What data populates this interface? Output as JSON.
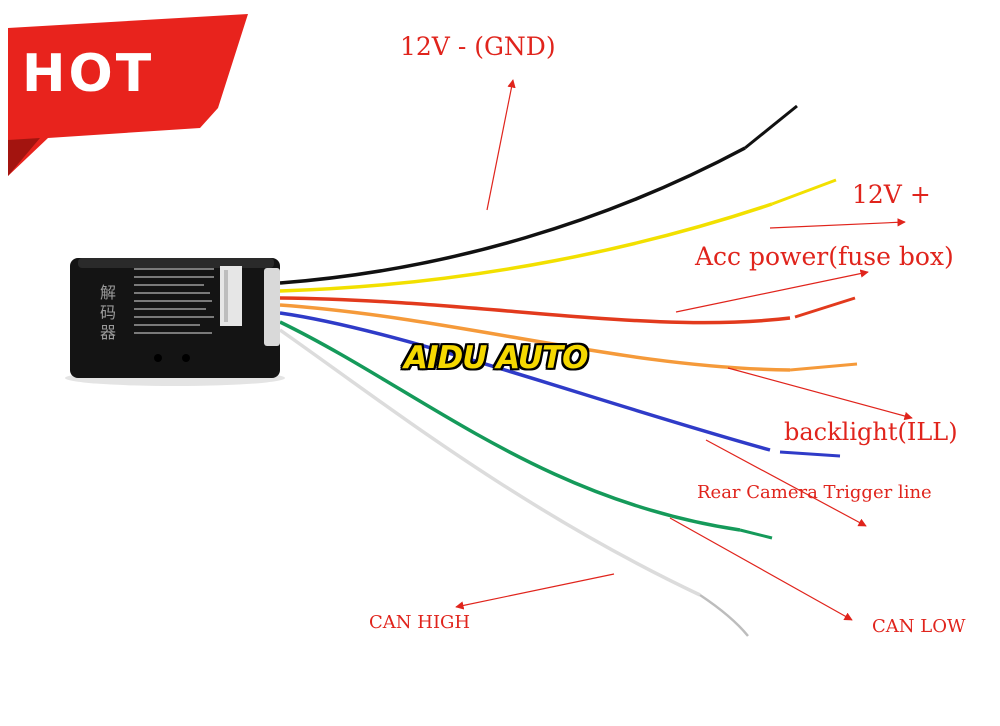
{
  "badge": {
    "text": "HOT",
    "color": "#e8231d"
  },
  "watermark": "AIDU AUTO",
  "module": {
    "vertical_text": [
      "解",
      "码",
      "器"
    ]
  },
  "wires": [
    {
      "color_name": "black",
      "color": "#111111"
    },
    {
      "color_name": "yellow",
      "color": "#f2e000"
    },
    {
      "color_name": "red",
      "color": "#e23a1d"
    },
    {
      "color_name": "orange",
      "color": "#f59a3a"
    },
    {
      "color_name": "blue",
      "color": "#2f3bc8"
    },
    {
      "color_name": "green",
      "color": "#159a5a"
    },
    {
      "color_name": "white",
      "color": "#ececec"
    }
  ],
  "labels": {
    "gnd": "12V - (GND)",
    "v_plus": "12V +",
    "acc": "Acc power(fuse box)",
    "backlight": "backlight(ILL)",
    "rear_camera": "Rear Camera Trigger line",
    "can_high": "CAN HIGH",
    "can_low": "CAN LOW"
  },
  "annotation_color": "#e0241c"
}
